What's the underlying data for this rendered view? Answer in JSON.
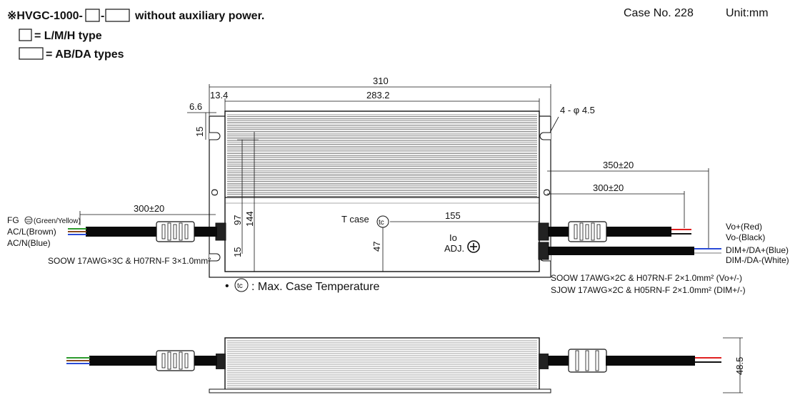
{
  "header": {
    "model_prefix": "※HVGC-1000-",
    "model_dash": "-",
    "model_suffix": "without auxiliary power.",
    "legend_small": "= L/M/H type",
    "legend_large": "= AB/DA types",
    "case_no": "Case No. 228",
    "unit": "Unit:mm"
  },
  "dimensions": {
    "overall_length": "310",
    "body_length": "283.2",
    "flange": "13.4",
    "slot_offset": "6.6",
    "slot_height": "15",
    "mount_holes": "4 - φ 4.5",
    "height_97": "97",
    "height_144": "144",
    "height_15": "15",
    "height_47": "47",
    "tcase_distance": "155",
    "output_cable_long": "350±20",
    "output_cable_short": "300±20",
    "input_cable": "300±20",
    "thickness": "48.5"
  },
  "input_wires": {
    "fg": "FG",
    "fg_color": "(Green/Yellow)",
    "acl": "AC/L(Brown)",
    "acn": "AC/N(Blue)",
    "cable_spec": "SOOW 17AWG×3C & H07RN-F 3×1.0mm²"
  },
  "output_wires": {
    "vo_plus": "Vo+(Red)",
    "vo_minus": "Vo-(Black)",
    "dim_plus": "DIM+/DA+(Blue)",
    "dim_minus": "DIM-/DA-(White)",
    "cable_spec_1": "SOOW 17AWG×2C & H07RN-F 2×1.0mm² (Vo+/-)",
    "cable_spec_2": "SJOW 17AWG×2C & H05RN-F 2×1.0mm² (DIM+/-)"
  },
  "labels": {
    "tcase": "T case",
    "tc": "tc",
    "io": "Io",
    "adj": "ADJ.",
    "o_mark": "O",
    "tc_note": ": Max. Case Temperature",
    "bullet": "•"
  },
  "colors": {
    "wire_red": "#e02020",
    "wire_blue": "#2a4bd7",
    "wire_green": "#2c9a2c",
    "wire_brown": "#8b4a1e",
    "cable": "#0a0a0a"
  }
}
